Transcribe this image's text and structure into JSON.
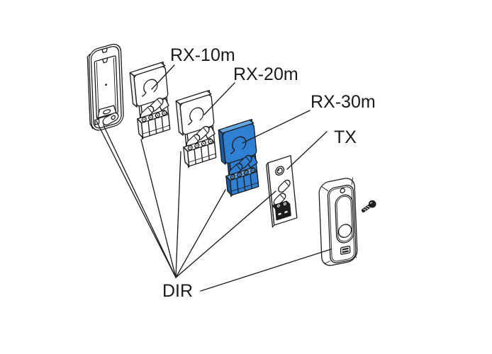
{
  "labels": {
    "rx10m": "RX-10m",
    "rx20m": "RX-20m",
    "rx30m": "RX-30m",
    "tx": "TX",
    "dir": "DIR"
  },
  "colors": {
    "background": "#ffffff",
    "line": "#1d1d1d",
    "text": "#1a1a1a",
    "highlight": "#2f7fd2",
    "highlight_light": "#66a7e6",
    "highlight_dark": "#1a5ca6",
    "rx30m_style": "--face:#2f7fd2;--top:#66a7e6;--side:#1a5ca6;--screw:#4f97dd"
  }
}
